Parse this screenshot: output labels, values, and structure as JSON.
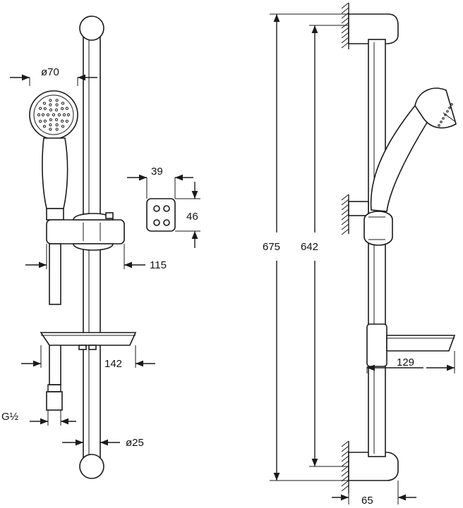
{
  "drawing": {
    "dimensions": {
      "head_diameter": "ø70",
      "holder_width": "39",
      "holder_height": "46",
      "slider_depth": "115",
      "soap_dish_width": "142",
      "thread": "G½",
      "rail_diameter": "ø25",
      "overall_length": "675",
      "rail_length": "642",
      "dish_depth": "129",
      "wall_bracket_depth": "65"
    },
    "colors": {
      "line": "#1a1a1a",
      "background": "#ffffff"
    }
  }
}
